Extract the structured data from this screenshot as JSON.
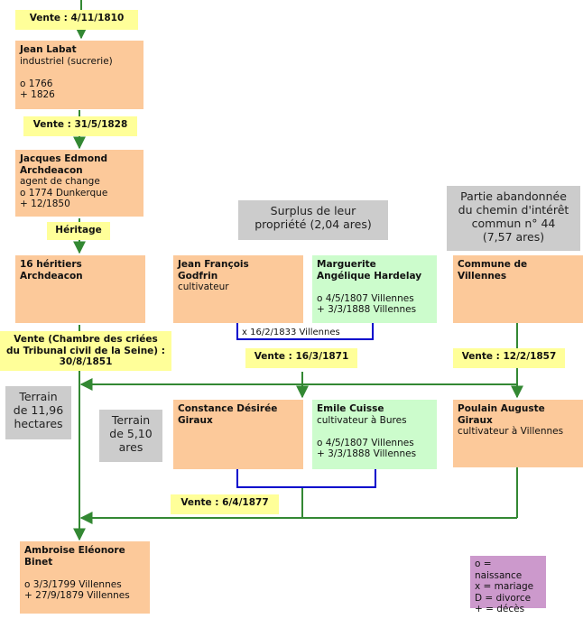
{
  "events": {
    "vente_1810": "Vente : 4/11/1810",
    "vente_1828": "Vente : 31/5/1828",
    "heritage": "Héritage",
    "vente_1851_l1": "Vente (Chambre des criées",
    "vente_1851_l2": "du Tribunal civil de la Seine) :",
    "vente_1851_l3": "30/8/1851",
    "vente_1871": "Vente : 16/3/1871",
    "vente_1857": "Vente : 12/2/1857",
    "vente_1877": "Vente : 6/4/1877"
  },
  "people": {
    "labat": {
      "name": "Jean Labat",
      "l1": "industriel (sucrerie)",
      "l2": "",
      "l3": "o 1766",
      "l4": "+ 1826"
    },
    "archdeacon": {
      "name1": "Jacques Edmond",
      "name2": "Archdeacon",
      "l1": "agent de change",
      "l2": "o 1774 Dunkerque",
      "l3": "+ 12/1850"
    },
    "heritiers": {
      "name1": "16 héritiers",
      "name2": "Archdeacon"
    },
    "godfrin": {
      "name1": "Jean François",
      "name2": "Godfrin",
      "l1": "cultivateur"
    },
    "hardelay": {
      "name1": "Marguerite",
      "name2": "Angélique Hardelay",
      "l1": "",
      "l2": "o 4/5/1807 Villennes",
      "l3": "+ 3/3/1888 Villennes"
    },
    "commune": {
      "name1": "Commune de",
      "name2": "Villennes"
    },
    "giraux": {
      "name1": "Constance Désirée",
      "name2": "Giraux"
    },
    "cuisse": {
      "name": "Emile Cuisse",
      "l1": "cultivateur à Bures",
      "l2": "",
      "l3": "o 4/5/1807 Villennes",
      "l4": "+ 3/3/1888 Villennes"
    },
    "poulain": {
      "name1": "Poulain Auguste",
      "name2": "Giraux",
      "l1": "cultivateur à Villennes"
    },
    "binet": {
      "name1": "Ambroise Eléonore",
      "name2": "Binet",
      "l1": "",
      "l2": "o 3/3/1799 Villennes",
      "l3": "+ 27/9/1879 Villennes"
    }
  },
  "marriage_label": "x 16/2/1833 Villennes",
  "notes": {
    "surplus_l1": "Surplus de leur",
    "surplus_l2": "propriété (2,04 ares)",
    "chemin_l1": "Partie abandonnée",
    "chemin_l2": "du chemin d'intérêt",
    "chemin_l3": "commun n° 44",
    "chemin_l4": "(7,57 ares)",
    "terrain1_l1": "Terrain",
    "terrain1_l2": "de 11,96",
    "terrain1_l3": "hectares",
    "terrain2_l1": "Terrain",
    "terrain2_l2": "de 5,10",
    "terrain2_l3": "ares"
  },
  "legend": {
    "l1": "o = naissance",
    "l2": "x = mariage",
    "l3": "D = divorce",
    "l4": "+ = décès"
  },
  "colors": {
    "person": "#fcc99a",
    "spouse": "#ccfccc",
    "event": "#ffff99",
    "note": "#cccccc",
    "legend": "#cc99cc",
    "flow": "#338833",
    "marriage": "#0000cc"
  }
}
